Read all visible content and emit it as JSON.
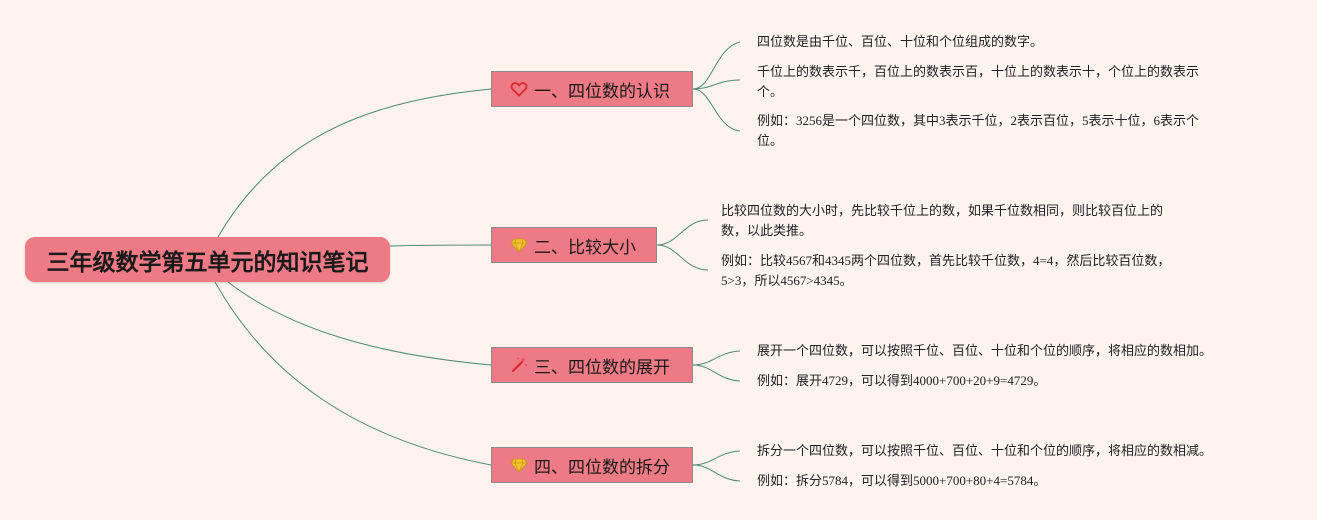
{
  "root": {
    "title": "三年级数学第五单元的知识笔记"
  },
  "branches": [
    {
      "label": "一、四位数的认识",
      "icon": "heart-icon",
      "notes": [
        "四位数是由千位、百位、十位和个位组成的数字。",
        "千位上的数表示千，百位上的数表示百，十位上的数表示十，个位上的数表示\n个。",
        "例如：3256是一个四位数，其中3表示千位，2表示百位，5表示十位，6表示个\n位。"
      ]
    },
    {
      "label": "二、比较大小",
      "icon": "gem-icon",
      "notes": [
        "比较四位数的大小时，先比较千位上的数，如果千位数相同，则比较百位上的\n数，以此类推。",
        "例如：比较4567和4345两个四位数，首先比较千位数，4=4，然后比较百位数，\n5>3，所以4567>4345。"
      ]
    },
    {
      "label": "三、四位数的展开",
      "icon": "magic-wand-icon",
      "notes": [
        "展开一个四位数，可以按照千位、百位、十位和个位的顺序，将相应的数相加。",
        "例如：展开4729，可以得到4000+700+20+9=4729。"
      ]
    },
    {
      "label": "四、四位数的拆分",
      "icon": "gem-icon",
      "notes": [
        "拆分一个四位数，可以按照千位、百位、十位和个位的顺序，将相应的数相减。",
        "例如：拆分5784，可以得到5000+700+80+4=5784。"
      ]
    }
  ],
  "colors": {
    "node": "#ee7a86",
    "line": "#4f8a6e",
    "background": "#fdf3ee"
  }
}
